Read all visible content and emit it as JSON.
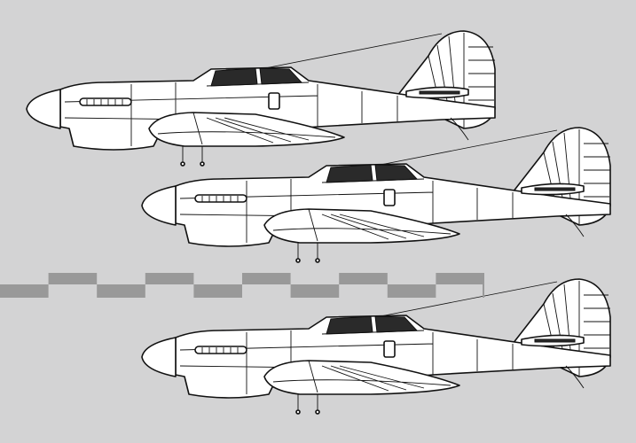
{
  "colors": {
    "background": "#d3d3d4",
    "outline": "#111111",
    "fill": "#ffffff",
    "glass": "#2a2a2a",
    "scale_bar": "#999999"
  },
  "scale_bar": {
    "segments": 10
  },
  "views": [
    {
      "name": "profile-variant-1"
    },
    {
      "name": "profile-variant-2"
    },
    {
      "name": "profile-variant-3"
    }
  ]
}
